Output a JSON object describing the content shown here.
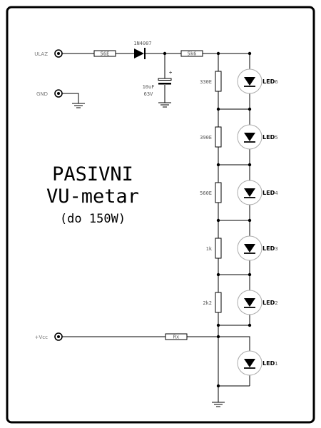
{
  "title": {
    "line1": "PASIVNI",
    "line2": "VU-metar",
    "line3": "(do 150W)"
  },
  "terminals": {
    "input": "ULAZ",
    "ground": "GND",
    "supply": "+Vcc"
  },
  "components": {
    "r_input": "56E",
    "diode": "1N4007",
    "r_series": "5k6",
    "capacitor": {
      "value": "10uF",
      "voltage": "63V",
      "polarity": "+"
    },
    "r_vcc": "Rx"
  },
  "ladder": [
    {
      "resistor": "330E",
      "led": "LED",
      "num": "6"
    },
    {
      "resistor": "390E",
      "led": "LED",
      "num": "5"
    },
    {
      "resistor": "560E",
      "led": "LED",
      "num": "4"
    },
    {
      "resistor": "1k",
      "led": "LED",
      "num": "3"
    },
    {
      "resistor": "2k2",
      "led": "LED",
      "num": "2"
    },
    {
      "resistor": "",
      "led": "LED",
      "num": "1"
    }
  ]
}
